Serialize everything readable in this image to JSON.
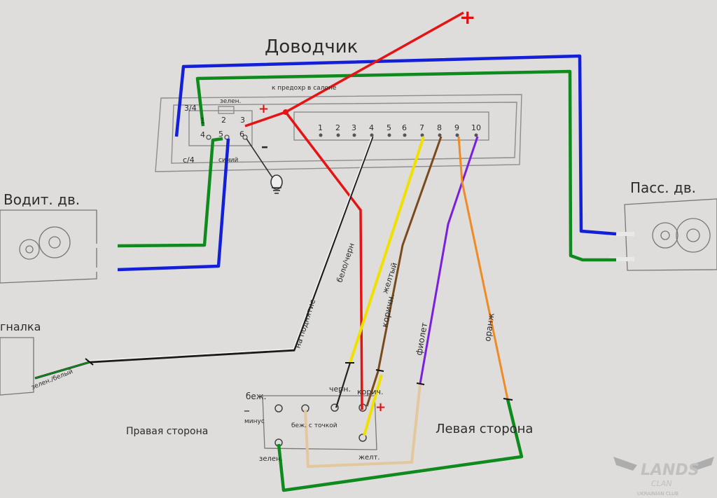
{
  "title": "Доводчик",
  "power_plus": "+",
  "plus_small": "+",
  "minus": "–",
  "to_fuse": "к предохр в салоне",
  "connector_left": {
    "label_top": "зелен.",
    "label_34": "3/4",
    "label_c4": "с/4",
    "label_blue": "синий",
    "pins": [
      "1",
      "2",
      "3",
      "4",
      "5",
      "6"
    ]
  },
  "connector_right": {
    "pins": [
      "1",
      "2",
      "3",
      "4",
      "5",
      "6",
      "7",
      "8",
      "9",
      "10"
    ]
  },
  "driver_door": "Водит. дв.",
  "passenger_door": "Пасс. дв.",
  "alarm": "гналка",
  "wire_labels": {
    "white_black": "бело/черн",
    "to_raise": "на поднятие",
    "yellow": "желтый",
    "brown": "коричн.",
    "violet": "фиолет",
    "orange": "оранж",
    "green_white": "зелен./белый"
  },
  "switch": {
    "beige": "беж.",
    "minus_word": "минус",
    "black": "черн.",
    "brown_short": "корич.",
    "beige_dot": "беж. с точкой",
    "green": "зелен.",
    "yellow": "желт."
  },
  "right_side": "Правая сторона",
  "left_side": "Левая сторона",
  "logo": {
    "main": "LANDS",
    "sub": "CLAN",
    "tag": "UKRAINIAN CLUB"
  }
}
